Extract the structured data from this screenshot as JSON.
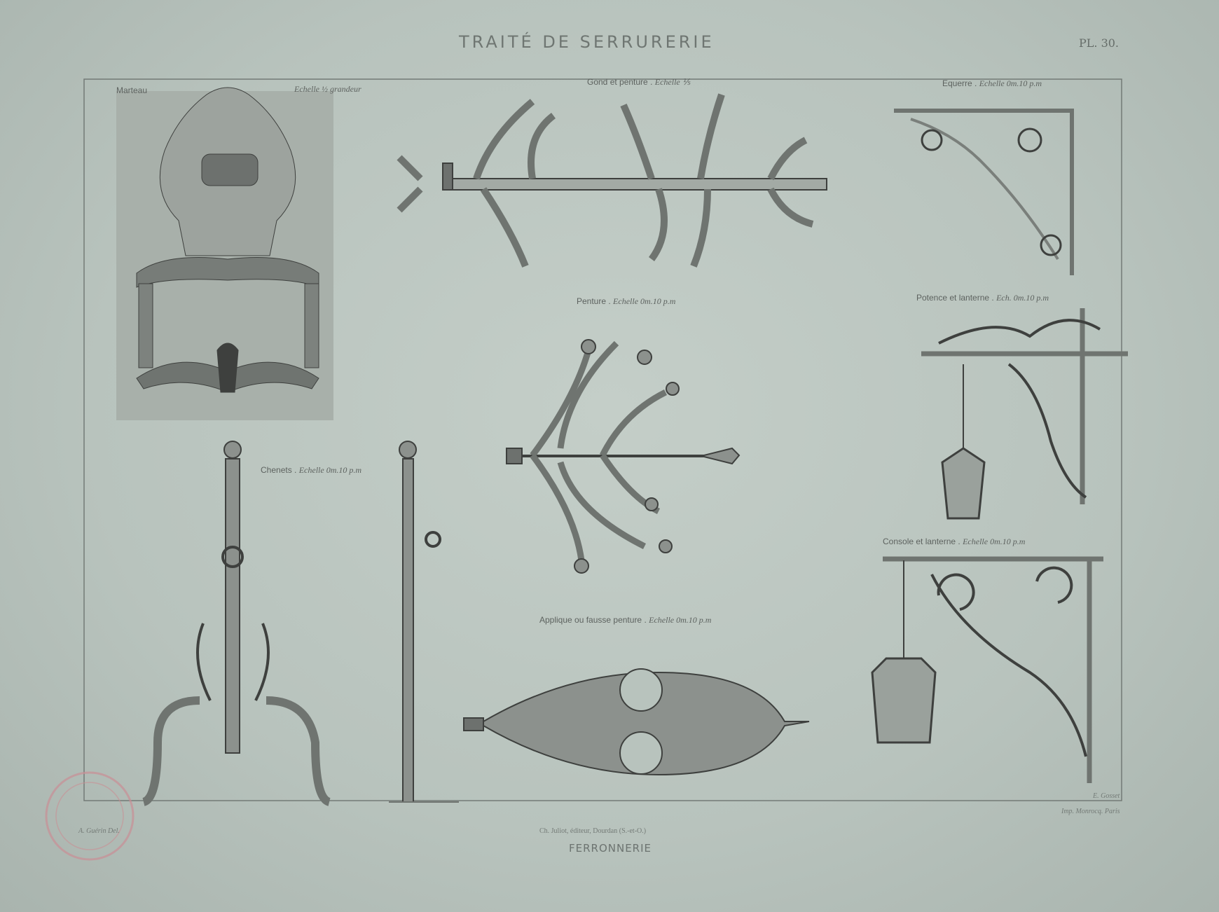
{
  "header": {
    "title": "TRAITÉ DE SERRURERIE",
    "plate_number": "PL. 30."
  },
  "figures": [
    {
      "name": "Marteau",
      "scale": "Echelle ½ grandeur"
    },
    {
      "name": "Gond et penture",
      "scale": "Echelle ⅕"
    },
    {
      "name": "Equerre",
      "scale": "Echelle 0m.10 p.m"
    },
    {
      "name": "Penture",
      "scale": "Echelle 0m.10 p.m"
    },
    {
      "name": "Potence et lanterne",
      "scale": "Ech. 0m.10 p.m"
    },
    {
      "name": "Chenets",
      "scale": "Echelle 0m.10 p.m"
    },
    {
      "name": "Applique ou fausse penture",
      "scale": "Echelle 0m.10 p.m"
    },
    {
      "name": "Console et lanterne",
      "scale": "Echelle 0m.10 p.m"
    }
  ],
  "footer": {
    "draughtsman": "A. Guérin Del.",
    "publisher": "Ch. Juliot, éditeur, Dourdan (S.-et-O.)",
    "engraver": "E. Gosset",
    "printer": "Imp. Monrocq. Paris",
    "subject": "FERRONNERIE"
  },
  "stamp": {
    "color": "#c98f95"
  }
}
